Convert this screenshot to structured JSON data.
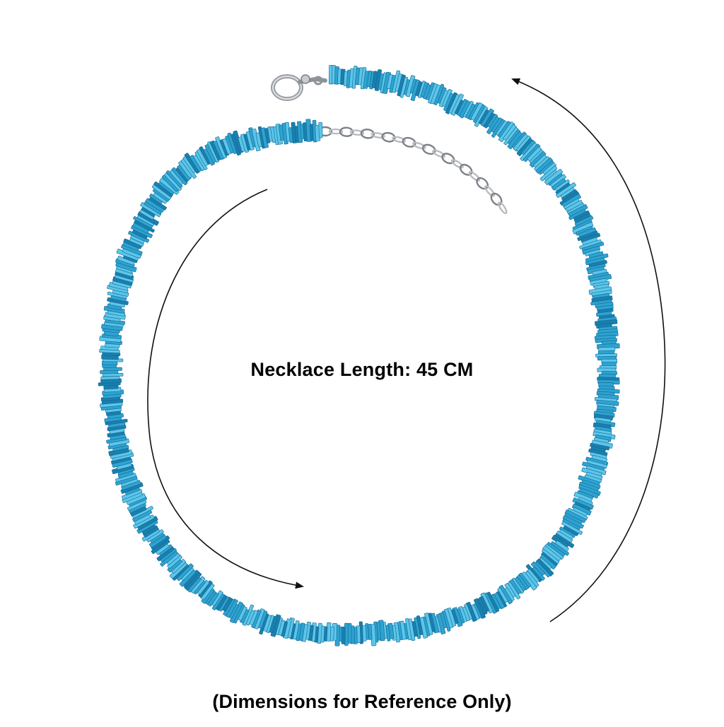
{
  "product_photo": {
    "subject": "turquoise bead necklace",
    "colors": {
      "bead_main": "#2ea3d1",
      "bead_light": "#5cc6ea",
      "bead_dark": "#1a7fae",
      "bead_shadow": "#12668f",
      "metal": "#b9bcc0",
      "metal_dark": "#7d8186",
      "arrow": "#111111"
    },
    "icons": [
      "clockwise-arrow-icon",
      "counterclockwise-arrow-icon",
      "lobster-clasp-icon",
      "extension-chain-icon"
    ]
  },
  "labels": {
    "length": "Necklace Length: 45 CM",
    "disclaimer": "(Dimensions for Reference Only)"
  }
}
